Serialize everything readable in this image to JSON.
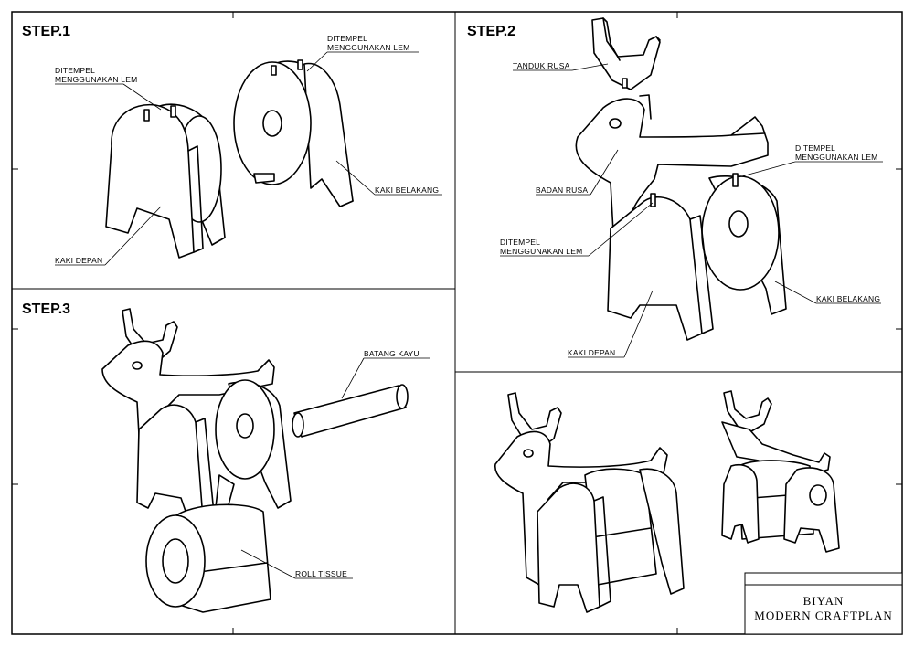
{
  "steps": {
    "step1": "STEP.1",
    "step2": "STEP.2",
    "step3": "STEP.3"
  },
  "labels": {
    "s1_glue_left_1": "DITEMPEL",
    "s1_glue_left_2": "MENGGUNAKAN LEM",
    "s1_glue_right_1": "DITEMPEL",
    "s1_glue_right_2": "MENGGUNAKAN LEM",
    "s1_back_legs": "KAKI BELAKANG",
    "s1_front_legs": "KAKI DEPAN",
    "s2_antlers": "TANDUK RUSA",
    "s2_glue_top_1": "DITEMPEL",
    "s2_glue_top_2": "MENGGUNAKAN LEM",
    "s2_body": "BADAN RUSA",
    "s2_glue_mid_1": "DITEMPEL",
    "s2_glue_mid_2": "MENGGUNAKAN LEM",
    "s2_back_legs": "KAKI BELAKANG",
    "s2_front_legs": "KAKI DEPAN",
    "s3_rod": "BATANG KAYU",
    "s3_tissue": "ROLL TISSUE"
  },
  "title_block": {
    "line1": "BIYAN",
    "line2": "MODERN CRAFTPLAN"
  }
}
